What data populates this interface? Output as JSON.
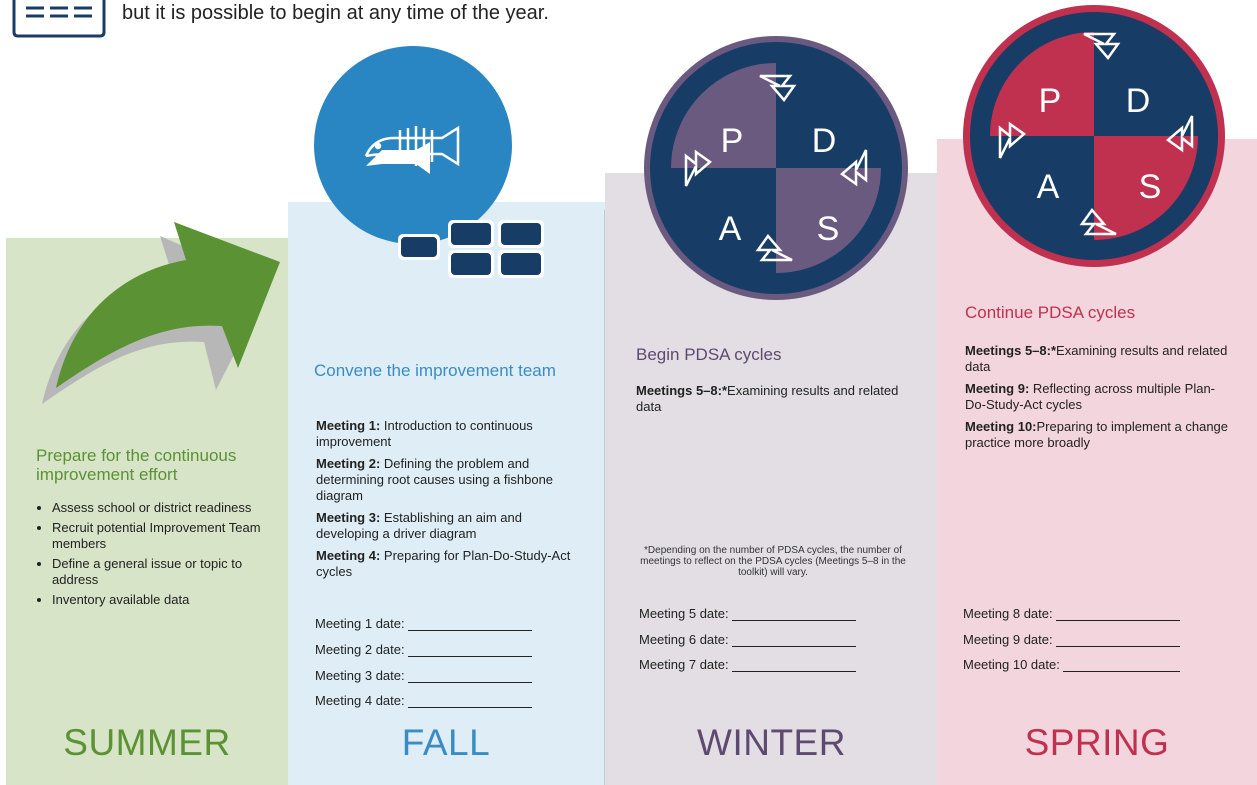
{
  "intro": {
    "text": "but it is possible to begin at any time of the year."
  },
  "summer": {
    "heading": "Prepare for the continuous improvement effort",
    "tasks": [
      "Assess school or district readiness",
      "Recruit potential Improvement Team members",
      "Define a general issue or topic to address",
      "Inventory available data"
    ],
    "season": "SUMMER"
  },
  "fall": {
    "heading": "Convene the improvement team",
    "meetings": [
      {
        "label": "Meeting 1:",
        "text": "Introduction to continuous improvement"
      },
      {
        "label": "Meeting 2:",
        "text": "Defining the problem and determining root causes using a fishbone diagram"
      },
      {
        "label": "Meeting 3:",
        "text": "Establishing an aim and developing a driver diagram"
      },
      {
        "label": "Meeting 4:",
        "text": "Preparing for Plan-Do-Study-Act cycles"
      }
    ],
    "dates": [
      "Meeting 1 date:",
      "Meeting 2 date:",
      "Meeting 3 date:",
      "Meeting 4 date:"
    ],
    "season": "FALL"
  },
  "winter": {
    "heading": "Begin PDSA cycles",
    "meetings": [
      {
        "label": "Meetings 5–8:*",
        "text": "Examining results and related data"
      }
    ],
    "note": "*Depending on the number of PDSA cycles, the number of meetings to reflect on the PDSA cycles (Meetings 5–8 in the toolkit) will vary.",
    "dates": [
      "Meeting 5 date:",
      "Meeting 6 date:",
      "Meeting 7 date:"
    ],
    "season": "WINTER"
  },
  "spring": {
    "heading": "Continue PDSA cycles",
    "meetings": [
      {
        "label": "Meetings 5–8:*",
        "text": "Examining results and related data"
      },
      {
        "label": "Meeting 9:",
        "text": "Reflecting across multiple Plan-Do-Study-Act cycles"
      },
      {
        "label": "Meeting 10:",
        "text": "Preparing to implement a change practice more broadly"
      }
    ],
    "dates": [
      "Meeting 8 date:",
      "Meeting 9 date:",
      "Meeting 10 date:"
    ],
    "season": "SPRING"
  },
  "pdsa": {
    "p": "P",
    "d": "D",
    "s": "S",
    "a": "A"
  },
  "colors": {
    "summer": "#5a9234",
    "fall": "#3a8dc4",
    "winter": "#5e4a70",
    "spring": "#c0304f",
    "navy": "#173c66"
  }
}
